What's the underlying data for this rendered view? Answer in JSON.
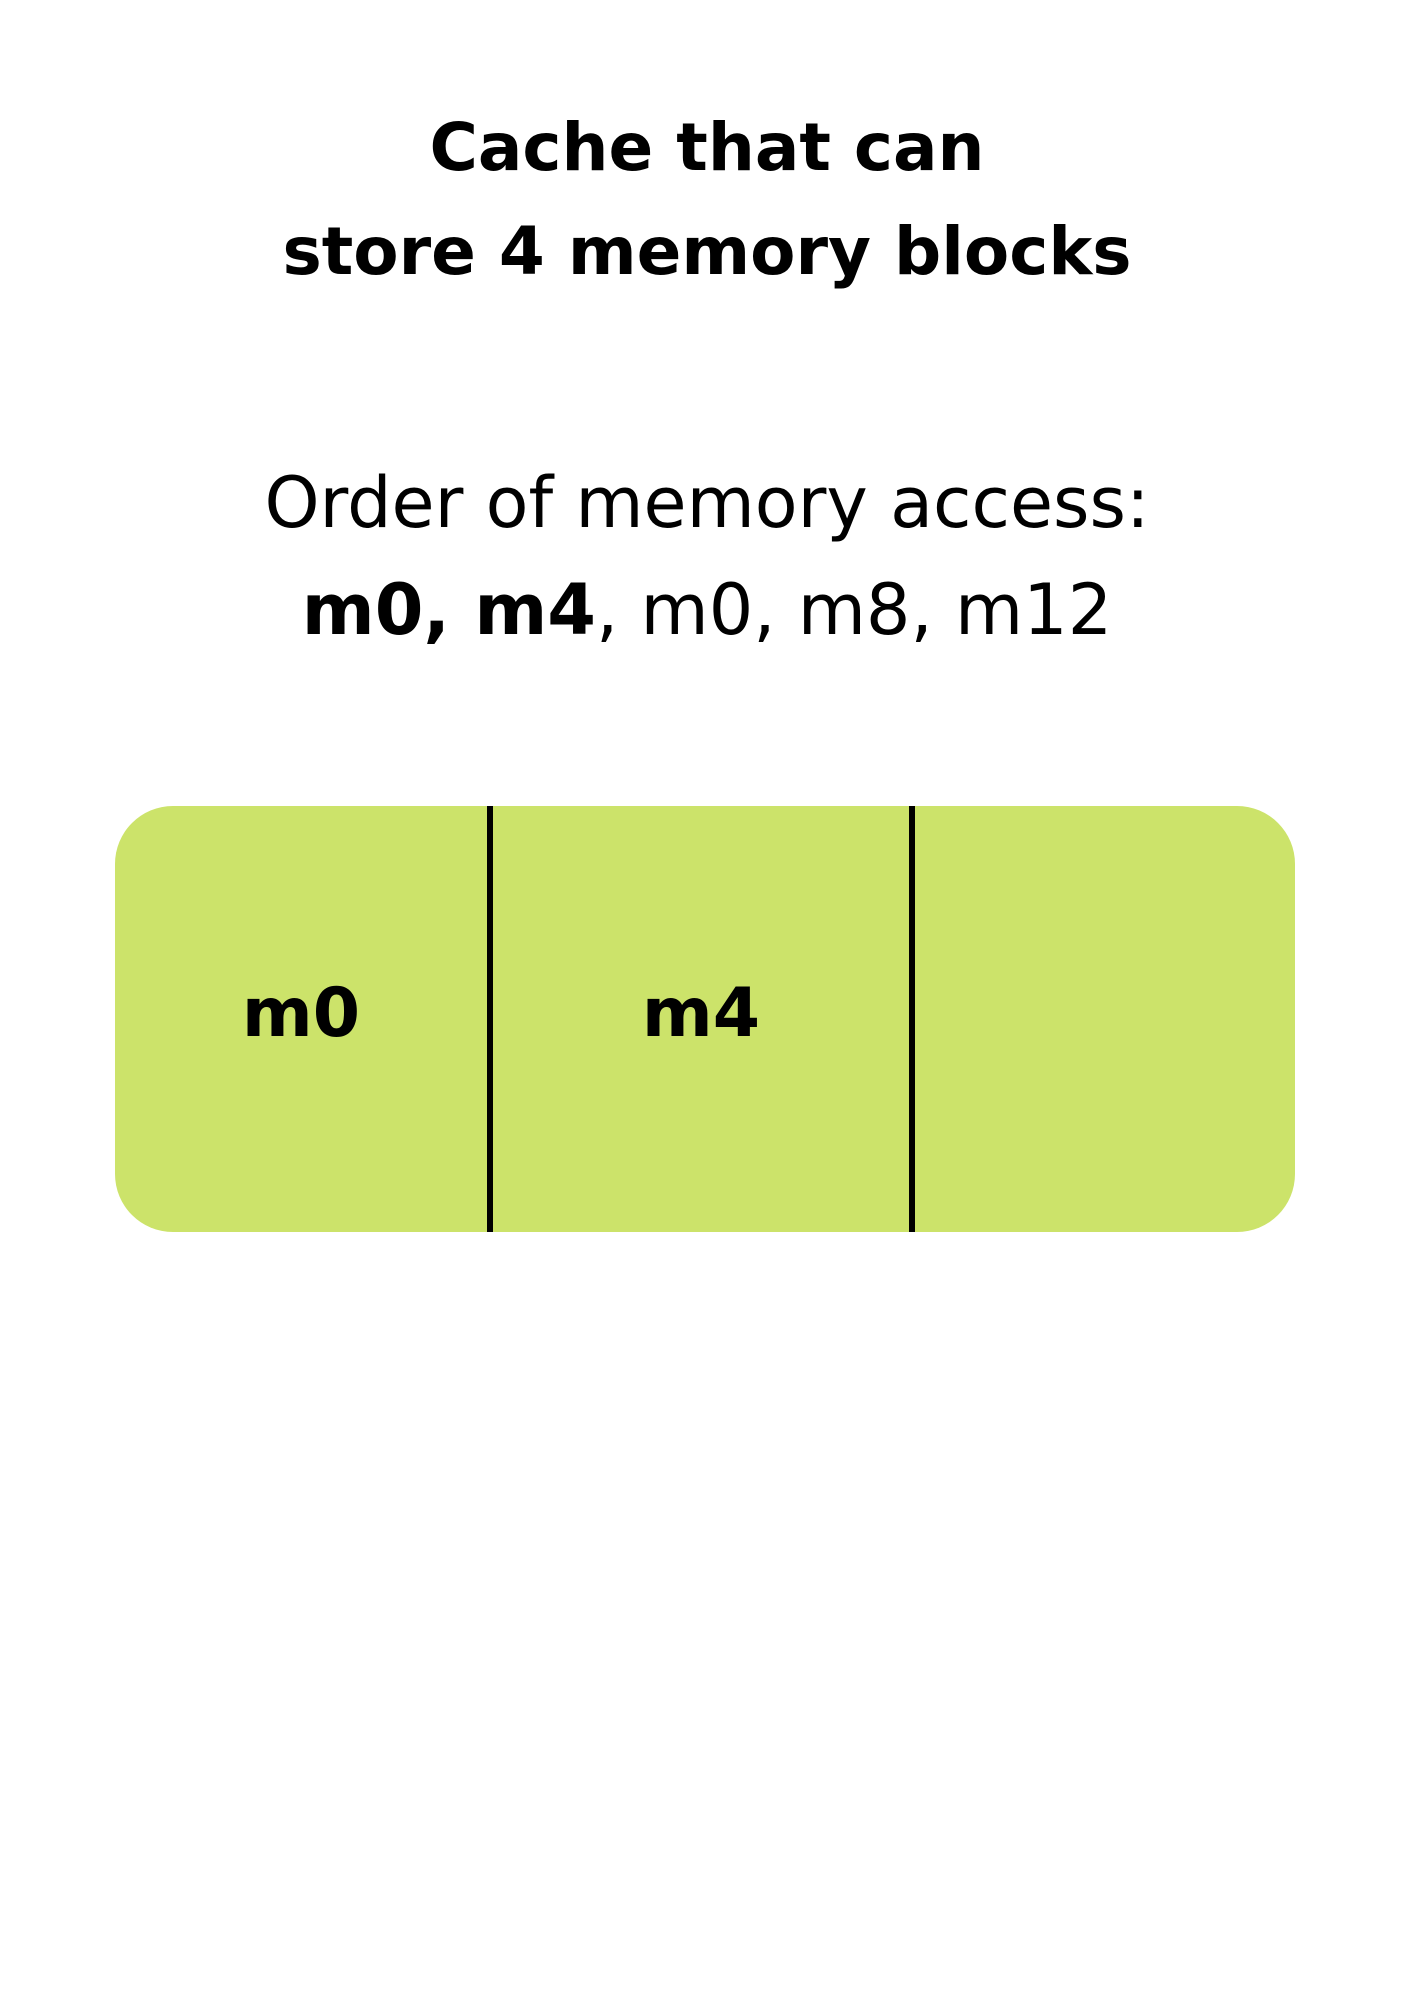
{
  "title": {
    "line1": "Cache that can",
    "line2": "store 4 memory blocks"
  },
  "access_order": {
    "label": "Order of memory access:",
    "accessed": [
      "m0",
      "m4"
    ],
    "accessed_text": "m0, m4",
    "pending_text": ", m0, m8, m12"
  },
  "cache": {
    "fill_color": "#cce36a",
    "slots": [
      {
        "label": "m0"
      },
      {
        "label": "m4"
      },
      {
        "label": ""
      }
    ]
  }
}
